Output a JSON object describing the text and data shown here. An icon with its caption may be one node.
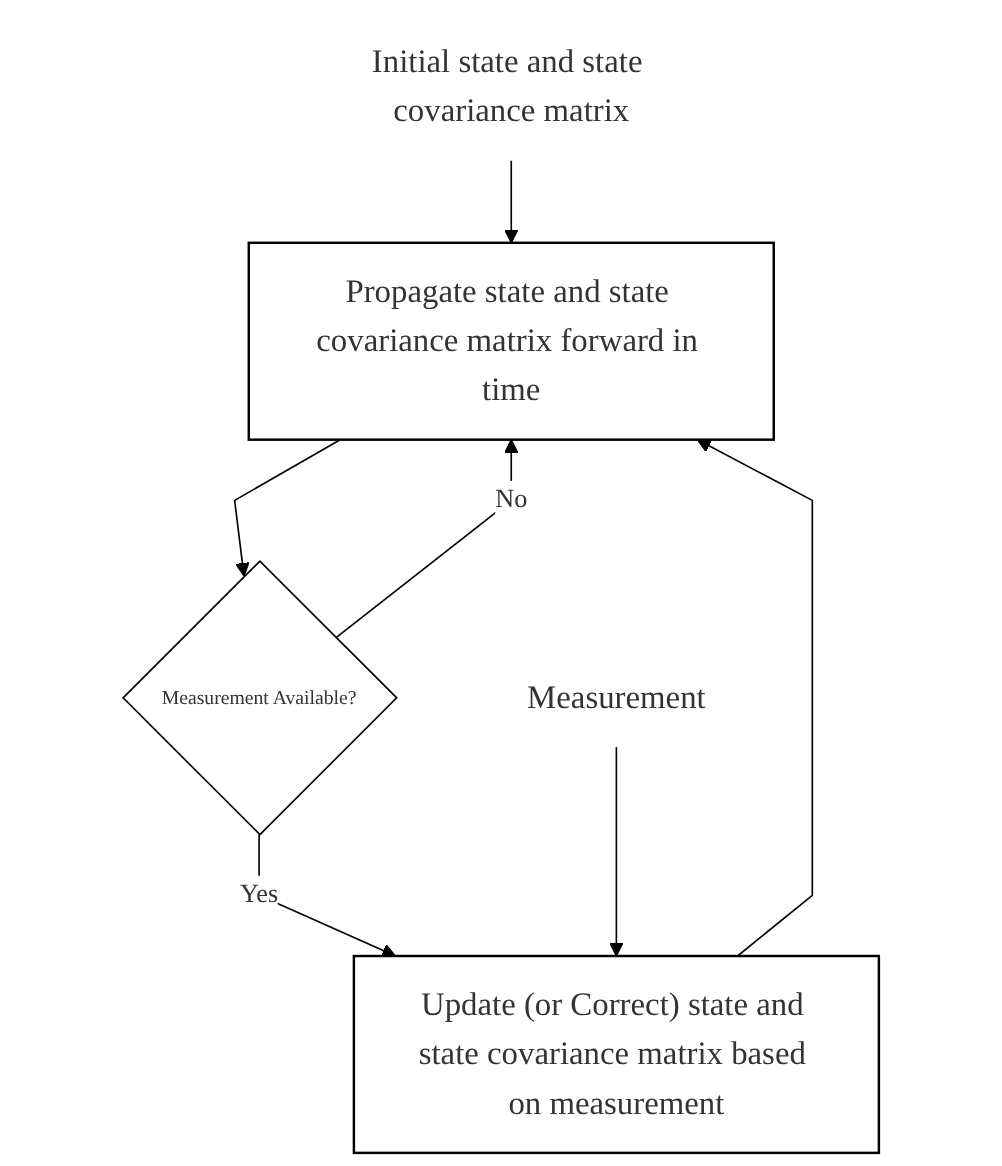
{
  "diagram": {
    "nodes": [
      {
        "text": [
          "Initial state and state covariance matrix"
        ]
      },
      {
        "text": [
          "Propagate state and state covariance matrix forward in time"
        ]
      },
      {
        "text": [
          "Measurement Available?"
        ]
      },
      {
        "text": [
          "Update (or Correct) state and state covariance matrix based on measurement"
        ]
      },
      {
        "text": [
          "Measurement"
        ]
      }
    ],
    "edges": [
      {
        "from": 0,
        "to": 1,
        "arrow": "to"
      },
      {
        "from": 1,
        "to": 2,
        "arrow": "to"
      },
      {
        "from": 2,
        "to": 1,
        "label": "No",
        "arrow": "to"
      },
      {
        "from": 2,
        "to": 3,
        "label": "Yes",
        "arrow": "to"
      },
      {
        "from": 3,
        "to": 1,
        "arrow": "to"
      },
      {
        "from": 4,
        "to": 3,
        "arrow": "to"
      }
    ]
  }
}
